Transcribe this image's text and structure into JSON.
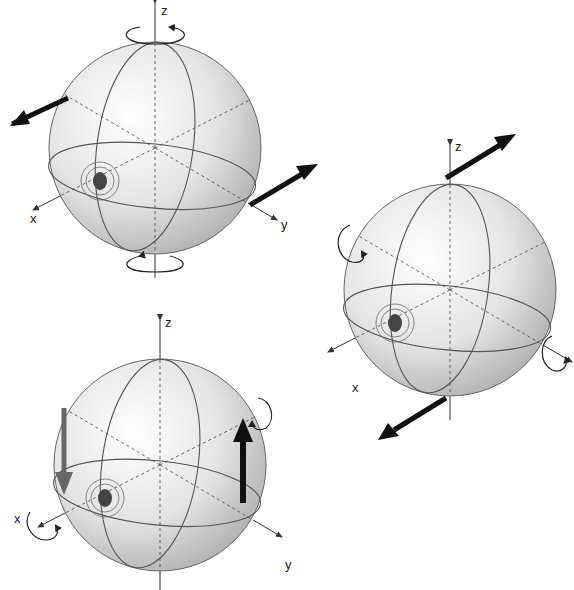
{
  "diagram": {
    "labels": [
      "z",
      "x",
      "y",
      "z",
      "x",
      "z",
      "x",
      "y"
    ]
  }
}
